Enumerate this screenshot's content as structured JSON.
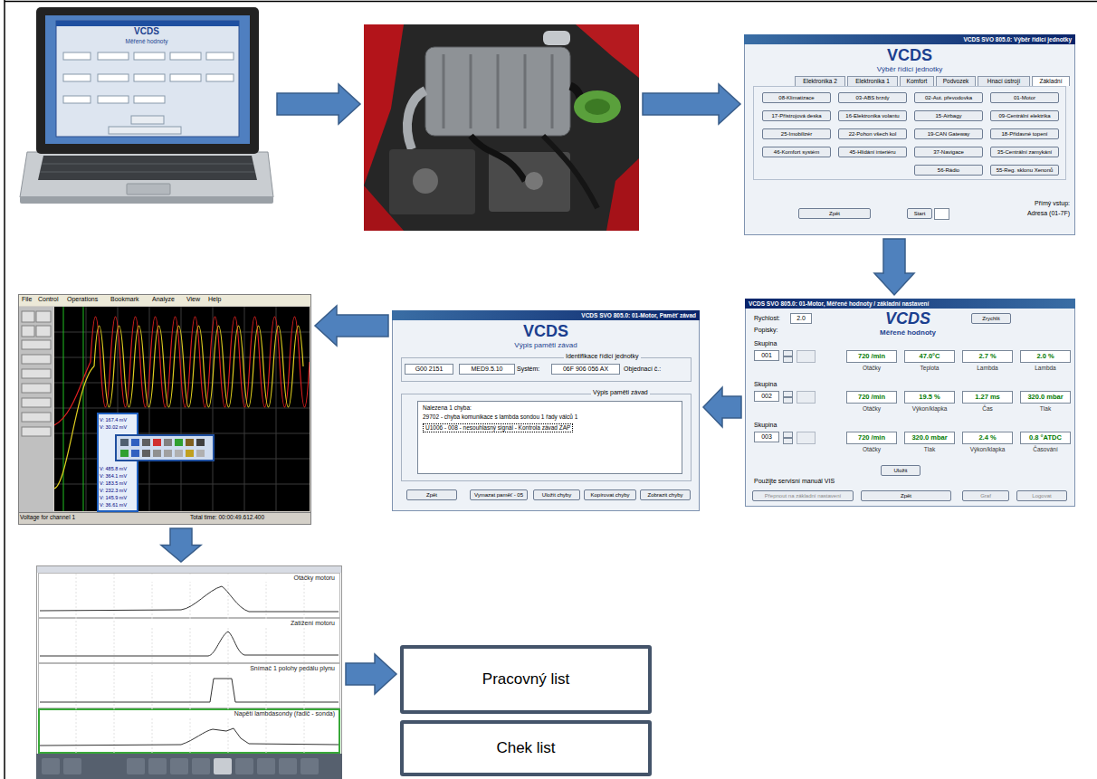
{
  "diagram": {
    "nodes": [
      {
        "text": [
          "VCDS",
          "Měřené hodnoty"
        ]
      },
      {
        "text": []
      },
      {
        "text": [
          "VCDS SVO 805.0: Výběr řídicí jednotky",
          "VCDS",
          "Výběr řídicí jednotky",
          "Elektronika 2",
          "Elektronika 1",
          "Komfort",
          "Podvozek",
          "Hnací ústrojí",
          "Základní",
          "08-Klimatizace",
          "03-ABS brzdy",
          "02-Aut. převodovka",
          "01-Motor",
          "17-Přístrojová deska",
          "16-Elektronika volantu",
          "15-Airbagy",
          "09-Centrální elektrika",
          "25-Imobilizér",
          "22-Pohon všech kol",
          "19-CAN Gateway",
          "18-Přídavné topení",
          "46-Komfort systém",
          "45-Hlídání interiéru",
          "37-Navigace",
          "35-Centrální zamykání",
          "56-Rádio",
          "55-Reg. sklonu Xenonů",
          "Zpět",
          "Start",
          "Přímý vstup:",
          "Adresa (01-7F)"
        ]
      },
      {
        "text": [
          "VCDS SVO 805.0: 01-Motor, Měřené hodnoty / základní nastavení",
          "Rychlost:",
          "2.0",
          "Popisky:",
          "VCDS",
          "Měřené hodnoty",
          "Zrychlit",
          "Skupina",
          "001",
          "720 /min",
          "47.0°C",
          "2.7 %",
          "2.0 %",
          "Otáčky",
          "Teplota",
          "Lambda",
          "Lambda",
          "Skupina",
          "002",
          "720 /min",
          "19.5 %",
          "1.27 ms",
          "320.0 mbar",
          "Otáčky",
          "Výkon/klapka",
          "Čas",
          "Tlak",
          "Skupina",
          "003",
          "720 /min",
          "320.0 mbar",
          "2.4 %",
          "0.8 °ATDC",
          "Otáčky",
          "Tlak",
          "Výkon/klapka",
          "Časování",
          "Uložit",
          "Použijte servisní manuál VIS",
          "Přepnout na základní nastavení",
          "Zpět",
          "Graf",
          "Logovat"
        ]
      },
      {
        "text": [
          "VCDS SVO 805.0: 01-Motor, Paměť závad",
          "VCDS",
          "Výpis paměti závad",
          "Identifikace řídicí jednotky",
          "G00 2151",
          "MED9.5.10",
          "Systém:",
          "06F 906 056 AX",
          "Objednací č.:",
          "Výpis paměti závad",
          "Nalezena 1 chyba:",
          "29702 - chyba komunikace s lambda sondou 1 řady válců 1",
          "U1006 - 008 - nesouhlasný signál - Kontrola závad ZAP",
          "Zpět",
          "Vymazat paměť - 05",
          "Uložit chyby",
          "Kopírovat chyby",
          "Zobrazit chyby"
        ]
      },
      {
        "text": [
          "File",
          "Control",
          "Operations",
          "Bookmark",
          "Analyze",
          "View",
          "Help",
          "V: 167.4 mV",
          "V: 30.02 mV",
          "V: 485.8 mV",
          "V: 364.1 mV",
          "V: 183.5 mV",
          "V: 232.3 mV",
          "V: 145.9 mV",
          "V: 36.61 mV",
          "Voltage for channel 1",
          "Total time: 00:00:49.612.400"
        ]
      },
      {
        "text": [
          "Otáčky motoru",
          "Zatížení motoru",
          "Snímač 1 polohy pedálu plynu",
          "Napětí lambdasondy (řadič - sonda)"
        ]
      },
      {
        "text": [
          "Pracovný list"
        ]
      },
      {
        "text": [
          "Chek list"
        ]
      }
    ],
    "edges": [
      {
        "from": 0,
        "to": 1,
        "arrow": "to"
      },
      {
        "from": 1,
        "to": 2,
        "arrow": "to"
      },
      {
        "from": 2,
        "to": 3,
        "arrow": "to"
      },
      {
        "from": 3,
        "to": 4,
        "arrow": "to"
      },
      {
        "from": 4,
        "to": 5,
        "arrow": "to"
      },
      {
        "from": 5,
        "to": 6,
        "arrow": "to"
      },
      {
        "from": 6,
        "to": 7,
        "arrow": "to"
      }
    ]
  }
}
